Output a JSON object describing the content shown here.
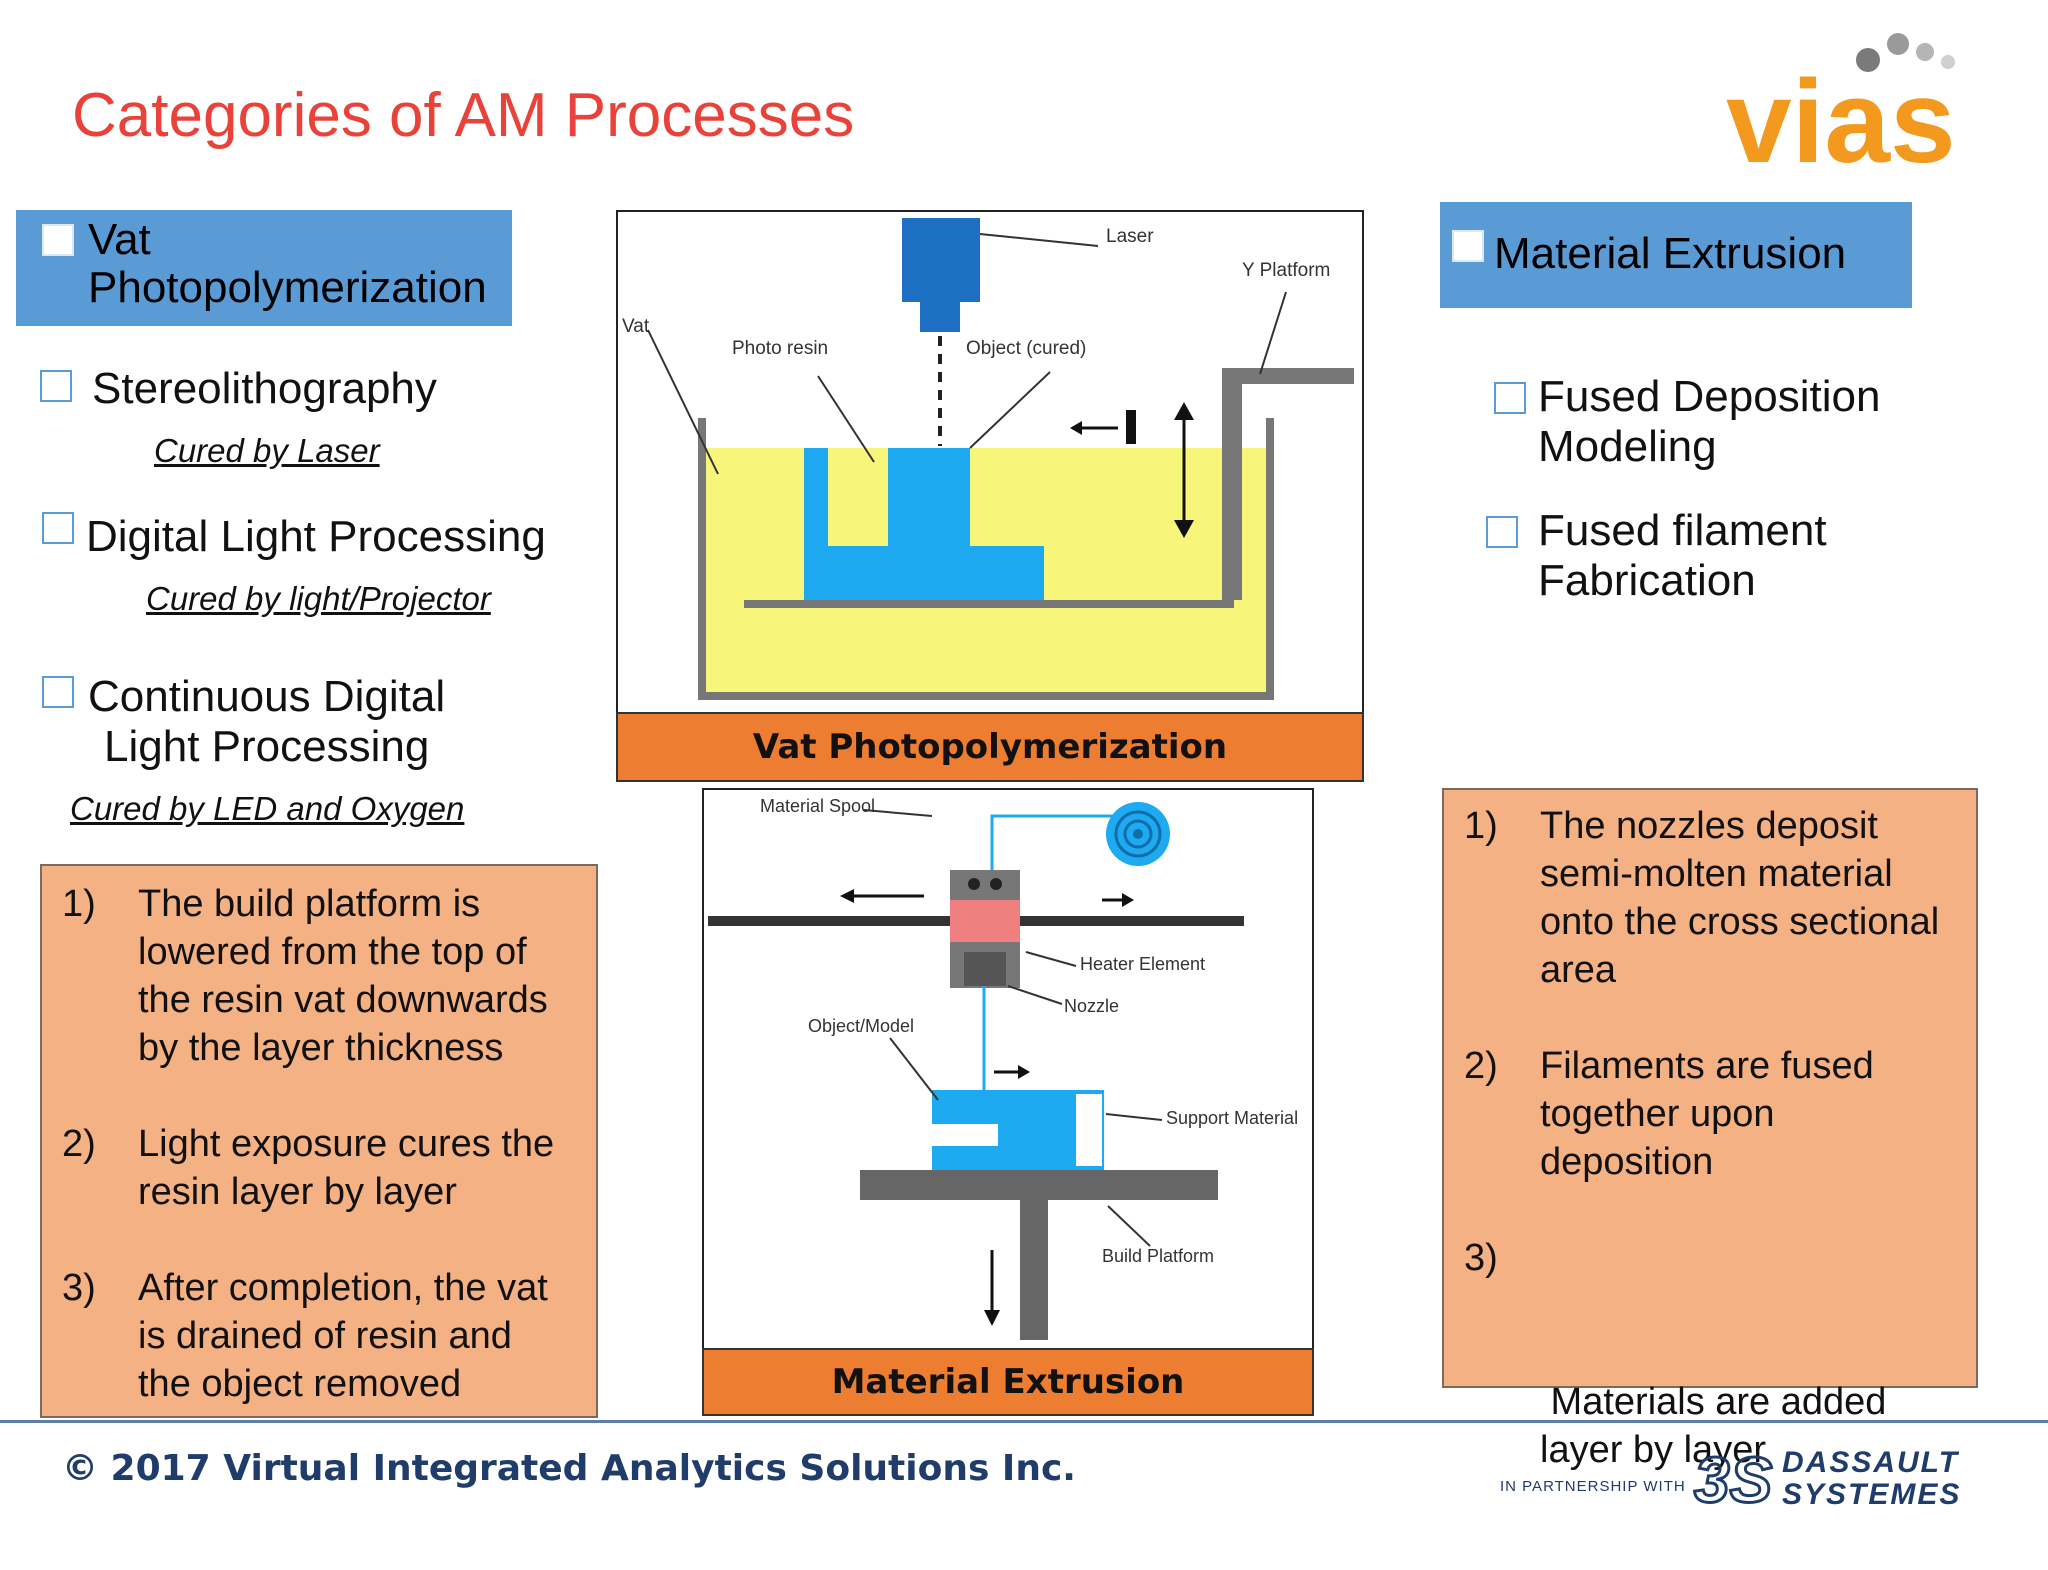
{
  "slide": {
    "title": "Categories of AM Processes",
    "logo_text": "vias",
    "footer": {
      "copyright": "© 2017 Virtual Integrated Analytics Solutions Inc.",
      "partner_label": "IN PARTNERSHIP WITH",
      "partner_name_line1": "DASSAULT",
      "partner_name_line2": "SYSTEMES"
    }
  },
  "left": {
    "header_line1": "Vat",
    "header_line2": "Photopolymerization",
    "items": [
      {
        "label": "Stereolithography",
        "sub": "Cured by Laser"
      },
      {
        "label": "Digital Light Processing",
        "sub": "Cured by light/Projector"
      },
      {
        "label_line1": "Continuous Digital",
        "label_line2": "Light Processing",
        "sub": "Cured by LED and Oxygen"
      }
    ],
    "notes": [
      {
        "num": "1)",
        "lines": [
          "The build platform is",
          "lowered from the top of",
          "the resin vat downwards",
          "by the layer thickness"
        ]
      },
      {
        "num": "2)",
        "lines": [
          "Light exposure cures the",
          "resin layer by layer"
        ]
      },
      {
        "num": "3)",
        "lines": [
          "After completion, the vat",
          "is drained of resin and",
          "the object removed"
        ]
      }
    ]
  },
  "right": {
    "header": "Material Extrusion",
    "items": [
      {
        "line1": "Fused Deposition",
        "line2": "Modeling"
      },
      {
        "line1": "Fused filament",
        "line2": "Fabrication"
      }
    ],
    "notes": [
      {
        "num": "1)",
        "lines": [
          "The nozzles deposit",
          "semi-molten material",
          "onto the cross sectional",
          "area"
        ]
      },
      {
        "num": "2)",
        "lines": [
          "Filaments are fused",
          "together upon",
          "deposition"
        ]
      },
      {
        "num": "3)",
        "lines": [
          " Materials are added",
          "layer by layer"
        ]
      }
    ]
  },
  "figures": {
    "vat": {
      "caption": "Vat Photopolymerization",
      "labels": {
        "laser": "Laser",
        "y_platform": "Y Platform",
        "vat": "Vat",
        "photo_resin": "Photo resin",
        "object": "Object (cured)"
      }
    },
    "extrusion": {
      "caption": "Material Extrusion",
      "labels": {
        "spool": "Material Spool",
        "heater": "Heater Element",
        "nozzle": "Nozzle",
        "object": "Object/Model",
        "support": "Support Material",
        "platform": "Build Platform"
      }
    }
  },
  "colors": {
    "title": "#e8423a",
    "header_blue": "#5b9bd5",
    "note_fill": "#f4b183",
    "caption_orange": "#ed7d31",
    "resin_yellow": "#f7f57a",
    "object_blue": "#1eaaf0",
    "logo_orange": "#f39a1e"
  }
}
